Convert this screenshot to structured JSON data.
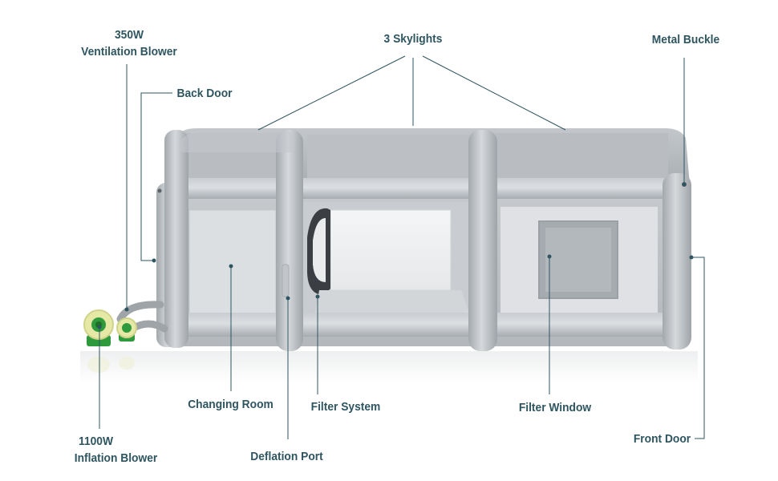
{
  "colors": {
    "label_text": "#2e5560",
    "leader_line": "#2e5560",
    "tent_body": "#aeb3b8",
    "tent_tube_highlight": "#d3d6d9",
    "blower_yellow": "#e6e9a6",
    "blower_green": "#2f9a3c"
  },
  "labels": {
    "ventilation_blower": {
      "line1": "350W",
      "line2": "Ventilation Blower"
    },
    "skylights": "3 Skylights",
    "metal_buckle": "Metal Buckle",
    "back_door": "Back Door",
    "changing_room": "Changing Room",
    "filter_system": "Filter System",
    "filter_window": "Filter Window",
    "front_door": "Front Door",
    "inflation_blower": {
      "line1": "1100W",
      "line2": "Inflation Blower"
    },
    "deflation_port": "Deflation Port"
  }
}
